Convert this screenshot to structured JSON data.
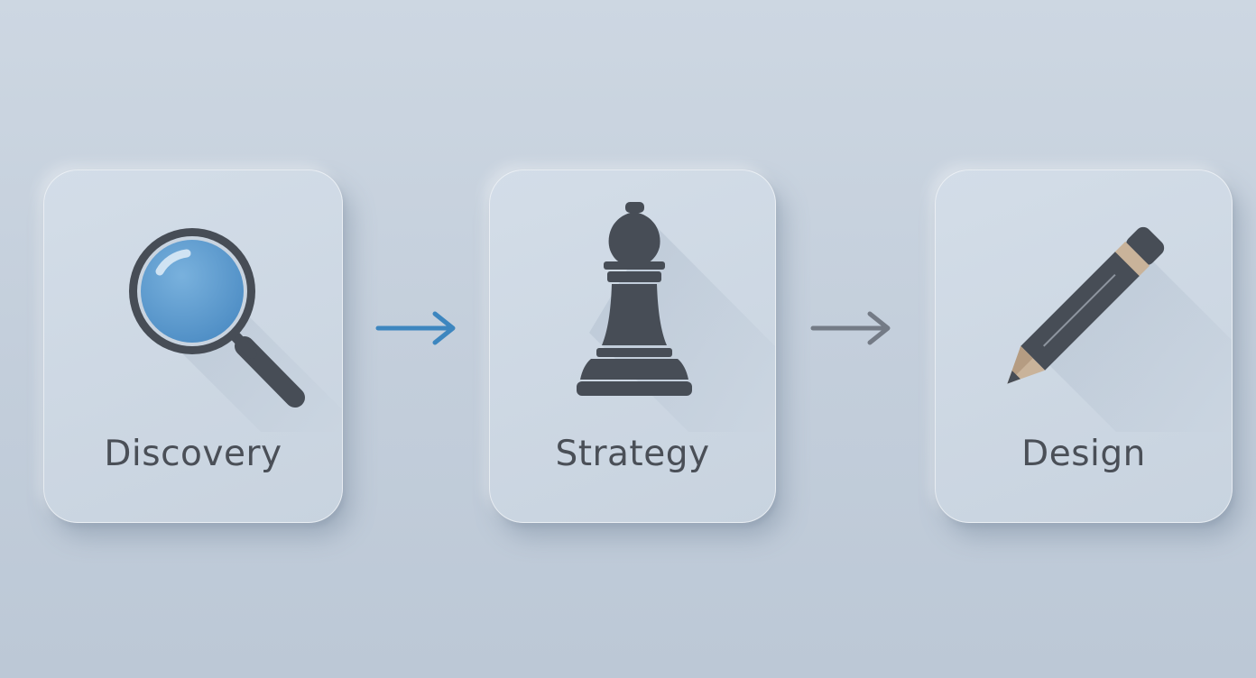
{
  "steps": [
    {
      "label": "Discovery",
      "icon": "magnifying-glass-icon"
    },
    {
      "label": "Strategy",
      "icon": "chess-pawn-icon"
    },
    {
      "label": "Design",
      "icon": "pencil-icon"
    }
  ],
  "arrows": [
    {
      "icon": "arrow-right-icon",
      "color": "#3d86bf"
    },
    {
      "icon": "arrow-right-icon",
      "color": "#747b86"
    }
  ],
  "colors": {
    "background": "#c6d1dd",
    "card": "#cfd9e4",
    "icon_dark": "#474d56",
    "lens_blue": "#5d9bcf",
    "text": "#4a4f57",
    "pencil_band": "#c9b39a"
  }
}
